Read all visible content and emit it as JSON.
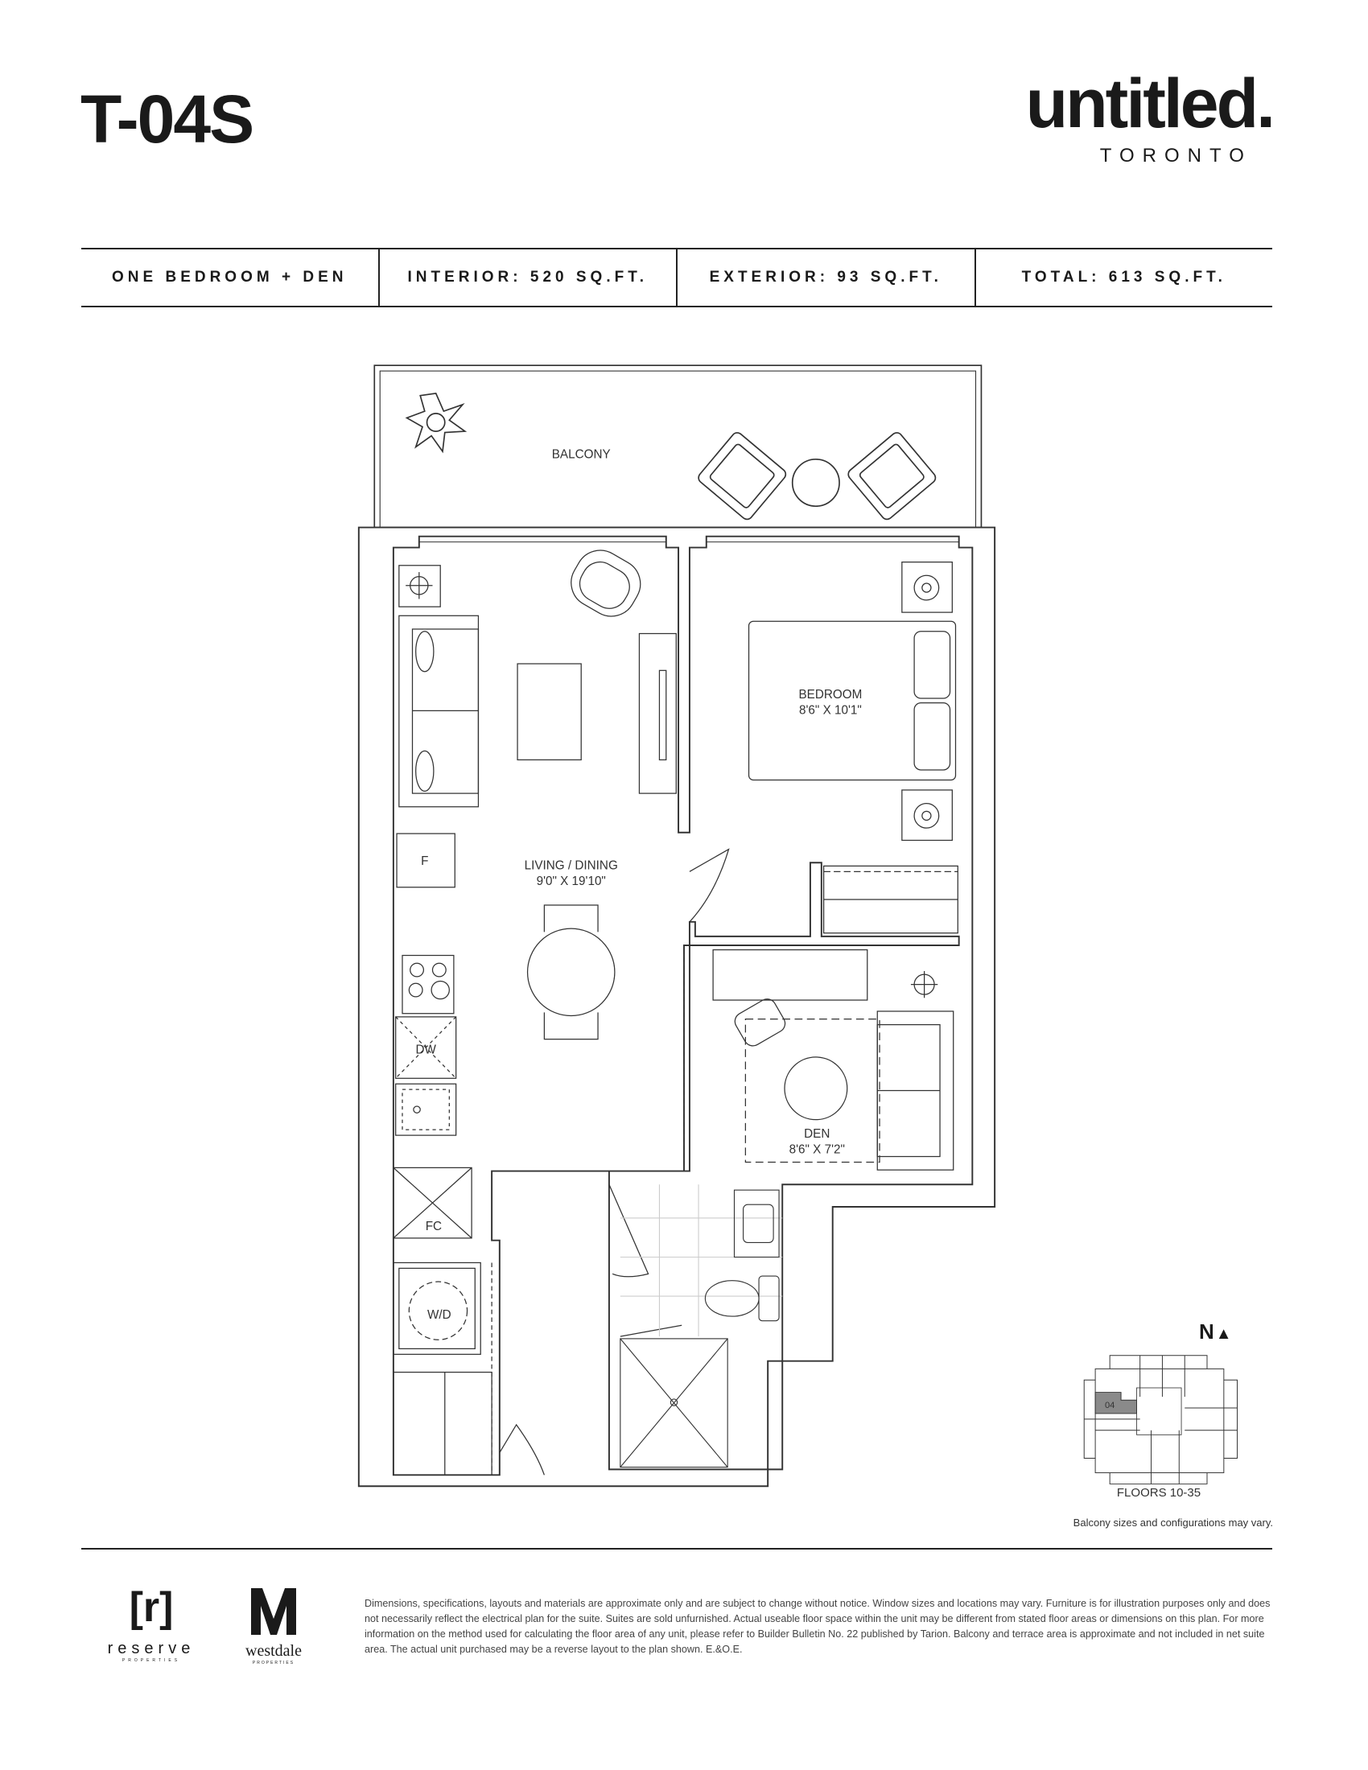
{
  "header": {
    "unit_name": "T-04S",
    "brand_name": "untitled.",
    "brand_city": "TORONTO"
  },
  "info_bar": {
    "type": "ONE BEDROOM + DEN",
    "interior": "INTERIOR: 520 SQ.FT.",
    "exterior": "EXTERIOR: 93 SQ.FT.",
    "total": "TOTAL: 613 SQ.FT."
  },
  "plan": {
    "balcony": "BALCONY",
    "bedroom": {
      "name": "BEDROOM",
      "dims": "8'6\" X 10'1\""
    },
    "living": {
      "name": "LIVING / DINING",
      "dims": "9'0\" X 19'10\""
    },
    "den": {
      "name": "DEN",
      "dims": "8'6\" X 7'2\""
    },
    "fridge": "F",
    "dishwasher": "DW",
    "closet": "FC",
    "laundry": "W/D"
  },
  "keyplan": {
    "north": "N",
    "unit_label": "04",
    "floors": "FLOORS 10-35",
    "note": "Balcony sizes and configurations may vary."
  },
  "footer": {
    "reserve_mark": "[r]",
    "reserve_word": "reserve",
    "reserve_sub": "PROPERTIES",
    "westdale_word": "westdale",
    "westdale_sub": "PROPERTIES",
    "disclaimer": "Dimensions, specifications, layouts and materials are approximate only and are subject to change without notice. Window sizes and locations may vary. Furniture is for illustration purposes only and does not necessarily reflect the electrical plan for the suite. Suites are sold unfurnished. Actual useable floor space within the unit may be different from stated floor areas or dimensions on this plan.  For more information on the method used for calculating the floor area of any unit, please refer to Builder Bulletin No. 22 published by Tarion. Balcony and terrace area is approximate and not included in net suite area. The actual unit purchased may be a reverse layout to the plan shown. E.&O.E."
  }
}
